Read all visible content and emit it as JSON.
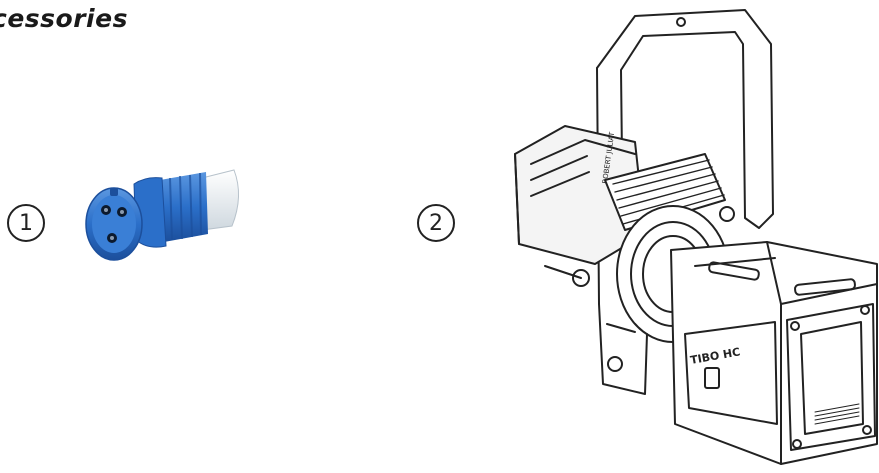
{
  "section": {
    "title": "cessories"
  },
  "callouts": [
    {
      "label": "1",
      "refers_to": "blue-industrial-plug"
    },
    {
      "label": "2",
      "refers_to": "profile-spotlight"
    }
  ],
  "spotlight": {
    "side_label": "ROBERT JULIAT",
    "front_label": "TIBO HC"
  },
  "colors": {
    "text": "#1a1a1a",
    "plug_blue": "#2b6fc9",
    "plug_blue_dark": "#1c4f9c",
    "plug_white": "#e9eef2",
    "line_art": "#222222"
  }
}
